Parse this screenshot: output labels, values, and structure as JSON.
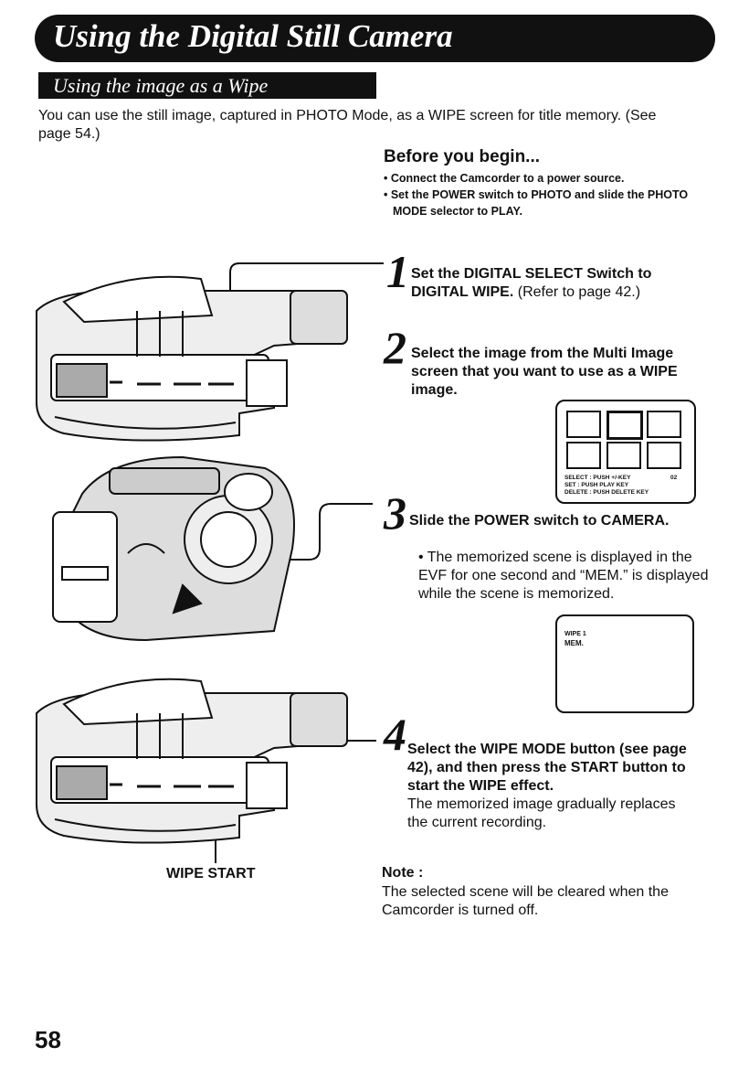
{
  "header": {
    "title": "Using the Digital Still Camera",
    "subtitle": "Using the image as a Wipe"
  },
  "intro": "You can use the still image, captured in PHOTO Mode, as a WIPE screen for title memory. (See page 54.)",
  "before": {
    "heading": "Before you begin...",
    "bullets": [
      "• Connect the Camcorder to a power source.",
      "• Set the POWER switch to PHOTO and slide the PHOTO MODE selector to PLAY."
    ]
  },
  "steps": [
    {
      "num": "1",
      "title": "Set the DIGITAL SELECT Switch to DIGITAL WIPE.",
      "ref": " (Refer to page 42.)"
    },
    {
      "num": "2",
      "title": "Select the image from the Multi Image screen that you want to use as a WIPE image."
    },
    {
      "num": "3",
      "title": "Slide the POWER switch to CAMERA.",
      "body": "• The memorized scene is displayed in the EVF for one second and “MEM.” is displayed while the scene is memorized."
    },
    {
      "num": "4",
      "title": "Select the WIPE MODE button (see page 42), and then press the START button to start the WIPE effect.",
      "body": "The memorized image gradually replaces the current recording."
    }
  ],
  "multi_screen": {
    "selected_label": "02",
    "lines": [
      "SELECT : PUSH +/-KEY",
      "SET      : PUSH PLAY KEY",
      "DELETE : PUSH DELETE KEY"
    ]
  },
  "wipe_screen": {
    "label": "WIPE 1",
    "mem": "MEM."
  },
  "wipe_start_label": "WIPE START",
  "note": {
    "label": "Note :",
    "text": "The selected scene will be cleared when the Camcorder is turned off."
  },
  "page_number": "58"
}
